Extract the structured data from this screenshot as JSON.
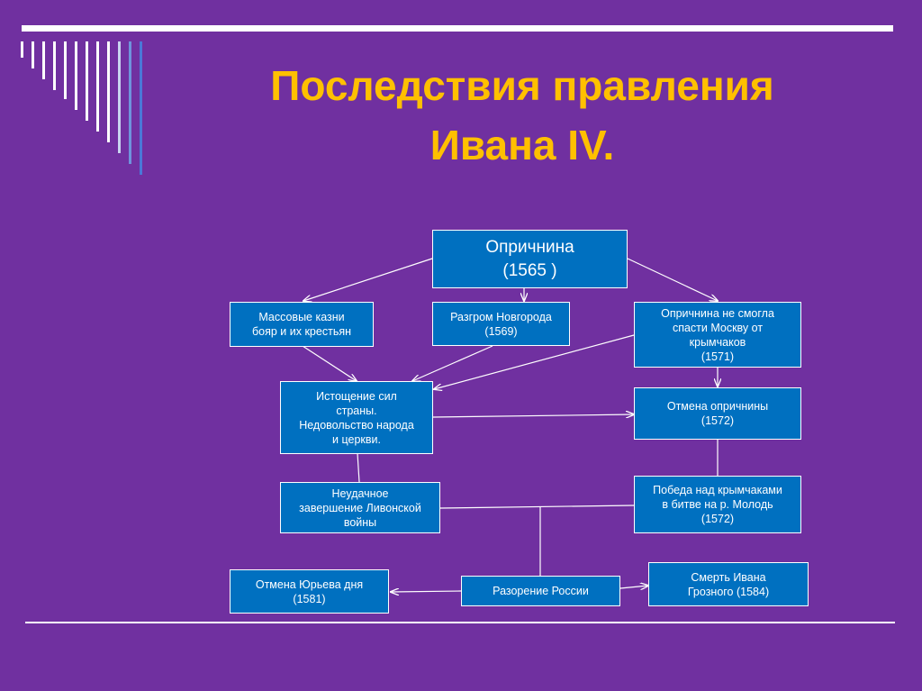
{
  "title": {
    "line1": "Последствия правления",
    "line2": "Ивана IV."
  },
  "colors": {
    "background": "#7030a0",
    "title": "#ffc000",
    "box_fill": "#0070c0",
    "box_border": "#ffffff",
    "deco_stripes": "#ffffff / #4f81bd"
  },
  "nodes": {
    "oprichnina": [
      "Опричнина",
      "(1565 )"
    ],
    "executions": [
      "Массовые казни",
      "бояр и их крестьян"
    ],
    "novgorod": [
      "Разгром Новгорода",
      "(1569)"
    ],
    "moscow_fail": [
      "Опричнина не смогла",
      "спасти Москву от",
      "крымчаков",
      "(1571)"
    ],
    "exhaustion": [
      "Истощение сил",
      "страны.",
      "Недовольство народа",
      "и церкви."
    ],
    "abolition": [
      "Отмена опричнины",
      "(1572)"
    ],
    "livonian": [
      "Неудачное",
      "завершение Ливонской",
      "войны"
    ],
    "molodi": [
      "Победа над крымчаками",
      "в битве на р. Молодь",
      "(1572)"
    ],
    "yuriev": [
      "Отмена Юрьева дня",
      "(1581)"
    ],
    "ruin": [
      "Разорение России"
    ],
    "death": [
      "Смерть Ивана",
      "Грозного (1584)"
    ]
  }
}
